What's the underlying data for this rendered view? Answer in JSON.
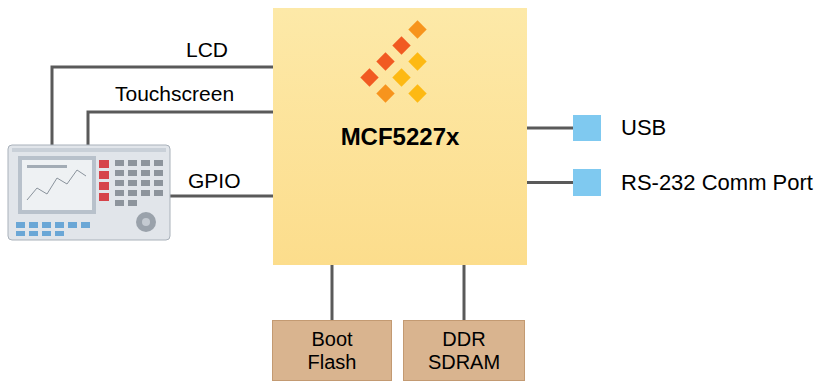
{
  "diagram": {
    "nodes": [
      {
        "text": [
          "MCF5227x"
        ]
      },
      {
        "text": [
          "USB"
        ]
      },
      {
        "text": [
          "RS-232 Comm Port"
        ]
      },
      {
        "text": [
          "Boot Flash"
        ]
      },
      {
        "text": [
          "DDR SDRAM"
        ]
      }
    ],
    "edges": [
      {
        "from": 0,
        "to": 1,
        "arrow": "none"
      },
      {
        "from": 0,
        "to": 2,
        "arrow": "none"
      },
      {
        "from": 0,
        "to": 3,
        "arrow": "none"
      },
      {
        "from": 0,
        "to": 4,
        "arrow": "none"
      }
    ],
    "labels": [
      "LCD",
      "Touchscreen",
      "GPIO"
    ]
  }
}
